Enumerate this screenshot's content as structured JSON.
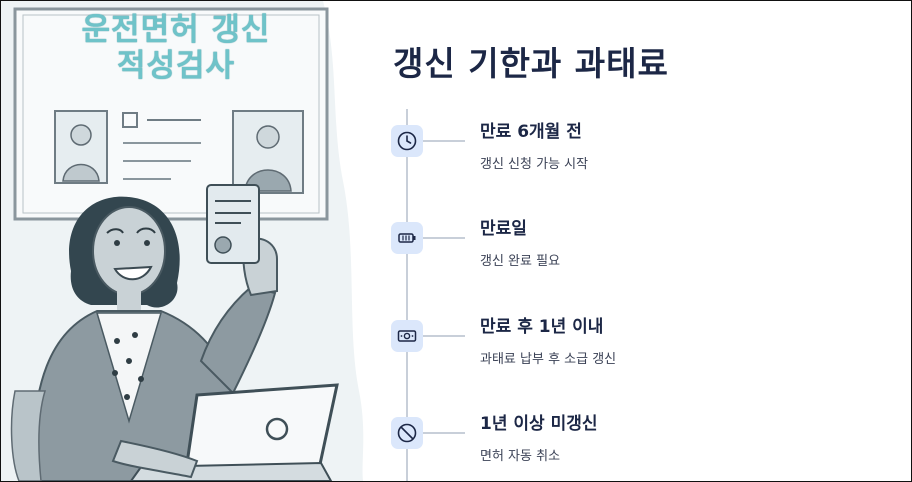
{
  "illustration": {
    "poster_line1": "운전면허 갱신",
    "poster_line2": "적성검사"
  },
  "title": "갱신 기한과 과태료",
  "timeline": [
    {
      "icon": "clock-icon",
      "heading": "만료 6개월 전",
      "description": "갱신 신청 가능 시작"
    },
    {
      "icon": "battery-icon",
      "heading": "만료일",
      "description": "갱신 완료 필요"
    },
    {
      "icon": "money-icon",
      "heading": "만료 후 1년 이내",
      "description": "과태료 납부 후 소급 갱신"
    },
    {
      "icon": "prohibited-icon",
      "heading": "1년 이상 미갱신",
      "description": "면허 자동 취소"
    }
  ],
  "colors": {
    "title": "#1c2746",
    "icon_bg": "#dbe7fb",
    "timeline": "#c8cfd9",
    "poster_text": "#6fc3c9"
  }
}
